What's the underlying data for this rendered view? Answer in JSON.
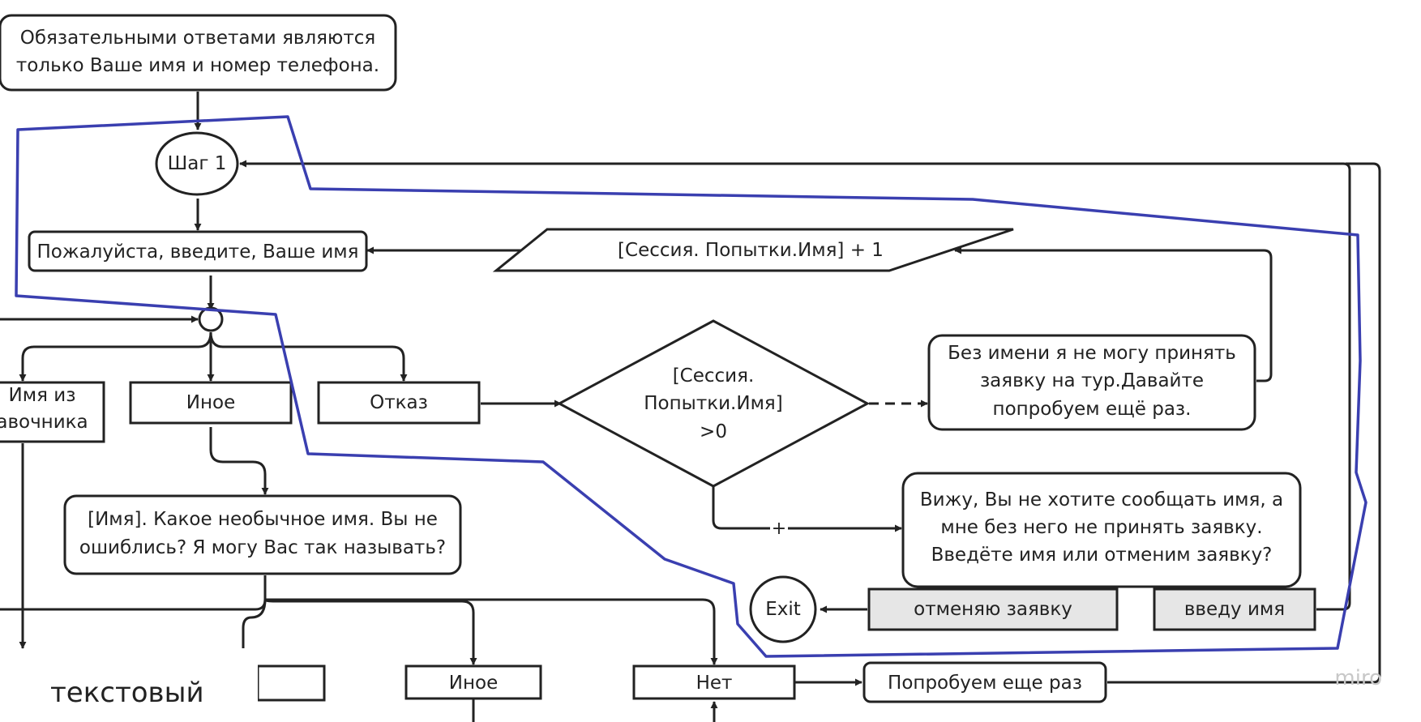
{
  "diagram": {
    "colors": {
      "stroke": "#222222",
      "highlight": "#3a3fb0",
      "option_fill": "#e6e6e6",
      "background": "#ffffff",
      "watermark": "#c8c8c8"
    },
    "nodes": {
      "intro": [
        "Обязательными ответами являются",
        "только Ваше имя и номер телефона."
      ],
      "step1": "Шаг 1",
      "ask_name": "Пожалуйста, введите, Ваше имя",
      "increment": "[Сессия. Попытки.Имя] + 1",
      "name_from": [
        "Имя из",
        "авочника"
      ],
      "other1": "Иное",
      "refusal": "Отказ",
      "decision": [
        "[Сессия.",
        "Попытки.Имя]",
        ">0"
      ],
      "no_name_msg": [
        "Без имени я не могу принять",
        "заявку на тур.Давайте",
        "попробуем ещё раз."
      ],
      "unusual_name": [
        "[Имя]. Какое необычное имя. Вы не",
        "ошиблись? Я могу Вас так называть?"
      ],
      "refuse_msg": [
        "Вижу, Вы не хотите сообщать имя, а",
        "мне без него не принять заявку.",
        "Введёте имя или отменим заявку?"
      ],
      "exit": "Exit",
      "cancel_option": "отменяю заявку",
      "enter_option": "введу имя",
      "text_type": "текстовый",
      "other2": "Иное",
      "no": "Нет",
      "retry": "Попробуем еще раз"
    },
    "edge_labels": {
      "plus": "+"
    },
    "watermark": "miro"
  }
}
